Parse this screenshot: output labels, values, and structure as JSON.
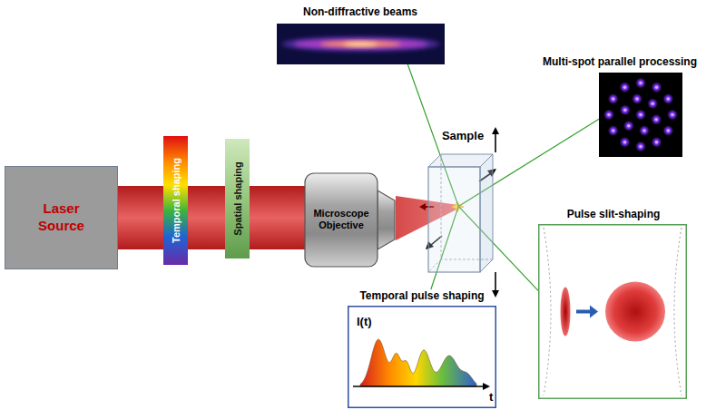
{
  "diagram": {
    "nodes": [
      {
        "text": [
          "Laser Source"
        ]
      },
      {
        "text": [
          "Temporal shaping"
        ]
      },
      {
        "text": [
          "Spatial shaping"
        ]
      },
      {
        "text": [
          "Microscope Objective"
        ]
      },
      {
        "text": [
          "Sample"
        ]
      },
      {
        "text": [
          "Non-diffractive beams"
        ]
      },
      {
        "text": [
          "Multi-spot parallel processing"
        ]
      },
      {
        "text": [
          "Pulse slit-shaping"
        ]
      },
      {
        "text": [
          "Temporal pulse shaping"
        ]
      }
    ],
    "edges": [
      {
        "from": 4,
        "to": 5,
        "arrow": "none"
      },
      {
        "from": 4,
        "to": 6,
        "arrow": "none"
      },
      {
        "from": 4,
        "to": 7,
        "arrow": "none"
      },
      {
        "from": 4,
        "to": 8,
        "arrow": "none"
      }
    ],
    "labels": [
      "I(t)",
      "t"
    ]
  }
}
